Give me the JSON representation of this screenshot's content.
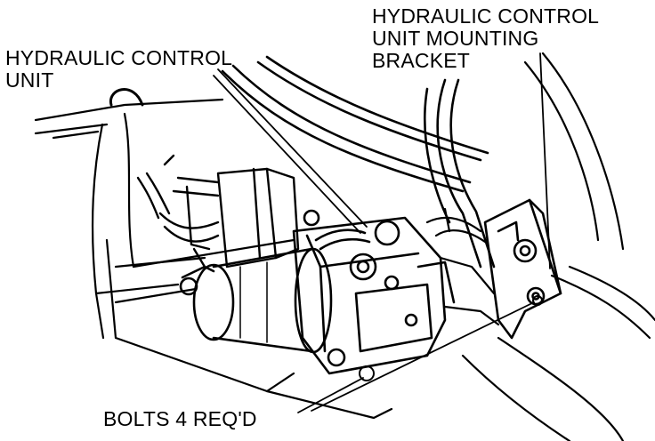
{
  "labels": {
    "hydraulic_control_unit": [
      "HYDRAULIC CONTROL",
      "UNIT"
    ],
    "mounting_bracket": [
      "HYDRAULIC CONTROL",
      "UNIT MOUNTING",
      "BRACKET"
    ],
    "bolts": [
      "BOLTS 4 REQ'D"
    ]
  },
  "colors": {
    "ink": "#000000",
    "paper": "#ffffff"
  }
}
